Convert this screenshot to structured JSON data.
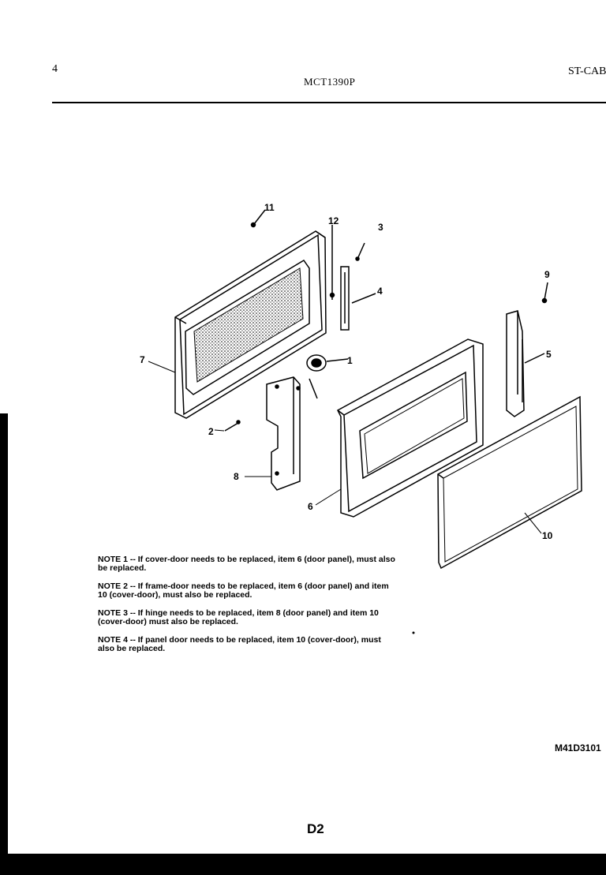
{
  "header": {
    "page_number": "4",
    "model_code": "MCT1390P",
    "section_code": "ST-CAB"
  },
  "callouts": {
    "c1": "1",
    "c2": "2",
    "c3": "3",
    "c4": "4",
    "c5": "5",
    "c6": "6",
    "c7": "7",
    "c8": "8",
    "c9": "9",
    "c10": "10",
    "c11": "11",
    "c12": "12"
  },
  "notes": [
    "NOTE 1 -- If cover-door needs to be replaced, item 6 (door panel), must also be replaced.",
    "NOTE 2 -- If frame-door needs to be replaced, item 6 (door panel) and item 10 (cover-door), must also be replaced.",
    "NOTE 3 -- If hinge needs to be replaced, item 8 (door panel) and item 10 (cover-door) must also be replaced.",
    "NOTE 4 -- If panel door needs to be replaced, item 10 (cover-door), must also be replaced."
  ],
  "footer": {
    "drawing_id": "M41D3101",
    "page_label": "D2"
  }
}
